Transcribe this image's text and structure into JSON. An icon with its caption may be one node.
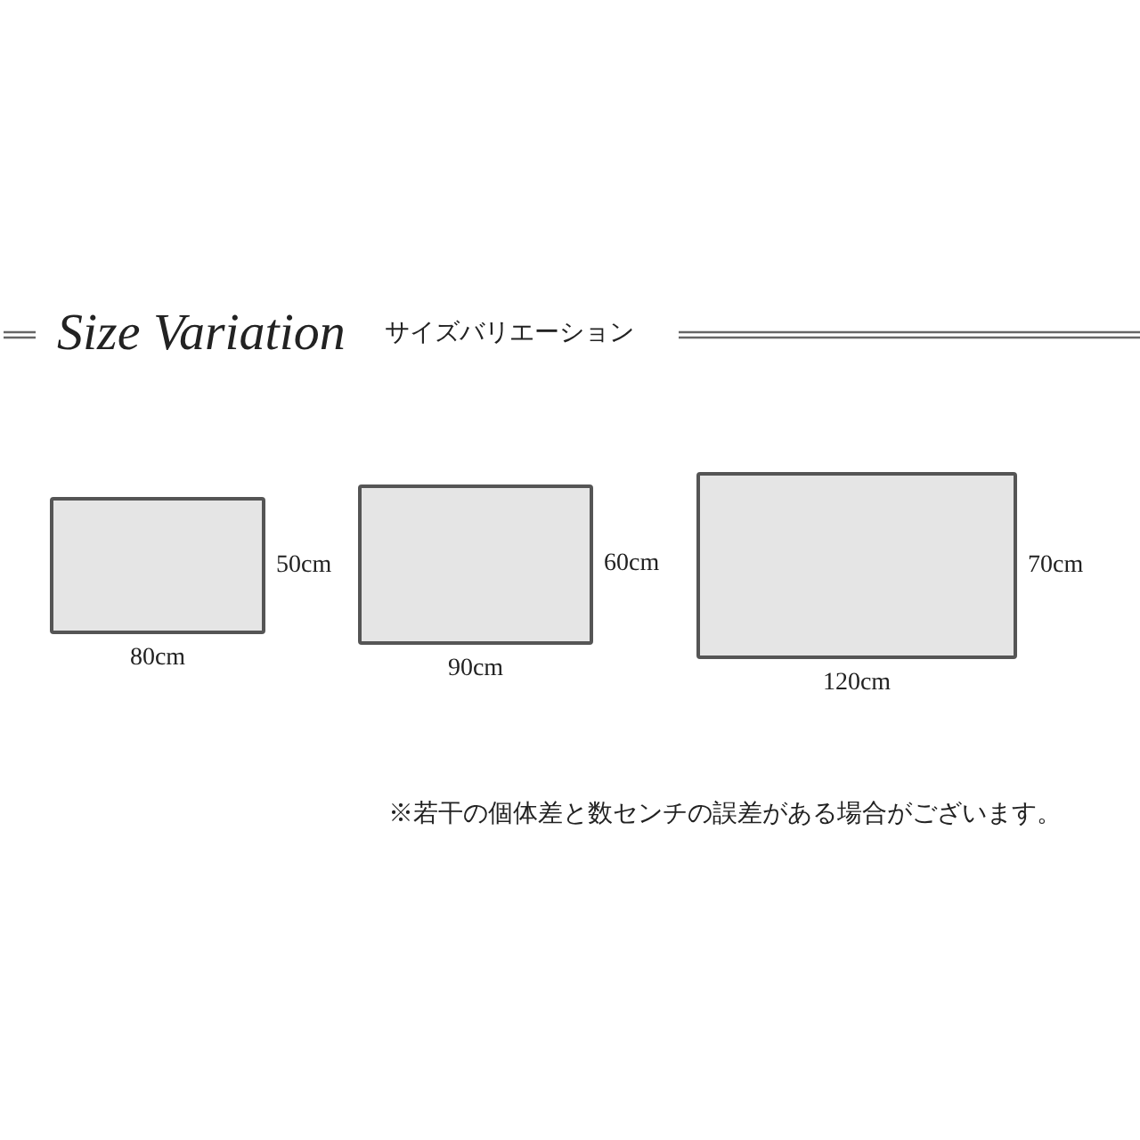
{
  "diagram": {
    "title": "Size Variation",
    "nodes": [
      {
        "text": [],
        "shape": "box",
        "beside": [
          "50cm",
          "80cm"
        ]
      },
      {
        "text": [],
        "shape": "box",
        "beside": [
          "60cm",
          "90cm"
        ]
      },
      {
        "text": [],
        "shape": "box",
        "beside": [
          "70cm",
          "120cm"
        ]
      }
    ],
    "edges": [],
    "labels": [
      "サイズバリエーション",
      "※若干の個体差と数センチの誤差がある場合がございます。"
    ]
  }
}
